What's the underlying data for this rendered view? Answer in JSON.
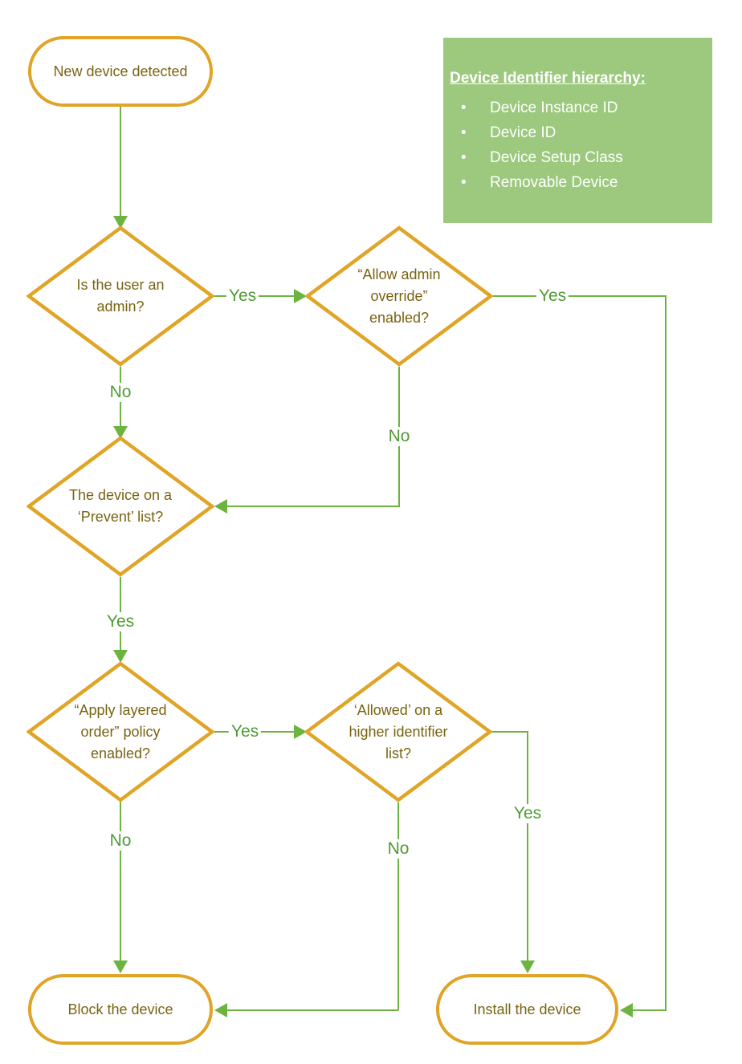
{
  "palette": {
    "shape_border_orange": "#E0A426",
    "connector_green": "#6CB43F",
    "edge_label_green": "#4E9B35",
    "legend_background_green": "#9CC97E",
    "legend_text": "#FFFFFF",
    "shape_text_brown": "#796312"
  },
  "nodes": {
    "start": "New device detected",
    "is_admin": "Is the user an\nadmin?",
    "allow_override": "“Allow admin\noverride”\nenabled?",
    "prevent_list": "The device on a\n‘Prevent’ list?",
    "layered_order": "“Apply layered\norder” policy\nenabled?",
    "allowed_higher": "‘Allowed’ on a\nhigher identifier\nlist?",
    "block": "Block the device",
    "install": "Install the device"
  },
  "edges": {
    "admin_yes": "Yes",
    "admin_no": "No",
    "override_yes": "Yes",
    "override_no": "No",
    "prevent_yes": "Yes",
    "layered_yes": "Yes",
    "layered_no": "No",
    "allowed_yes": "Yes",
    "allowed_no": "No"
  },
  "legend": {
    "title": "Device Identifier hierarchy:",
    "bullet": "•",
    "items": [
      "Device Instance ID",
      "Device ID",
      "Device Setup Class",
      "Removable Device"
    ]
  }
}
